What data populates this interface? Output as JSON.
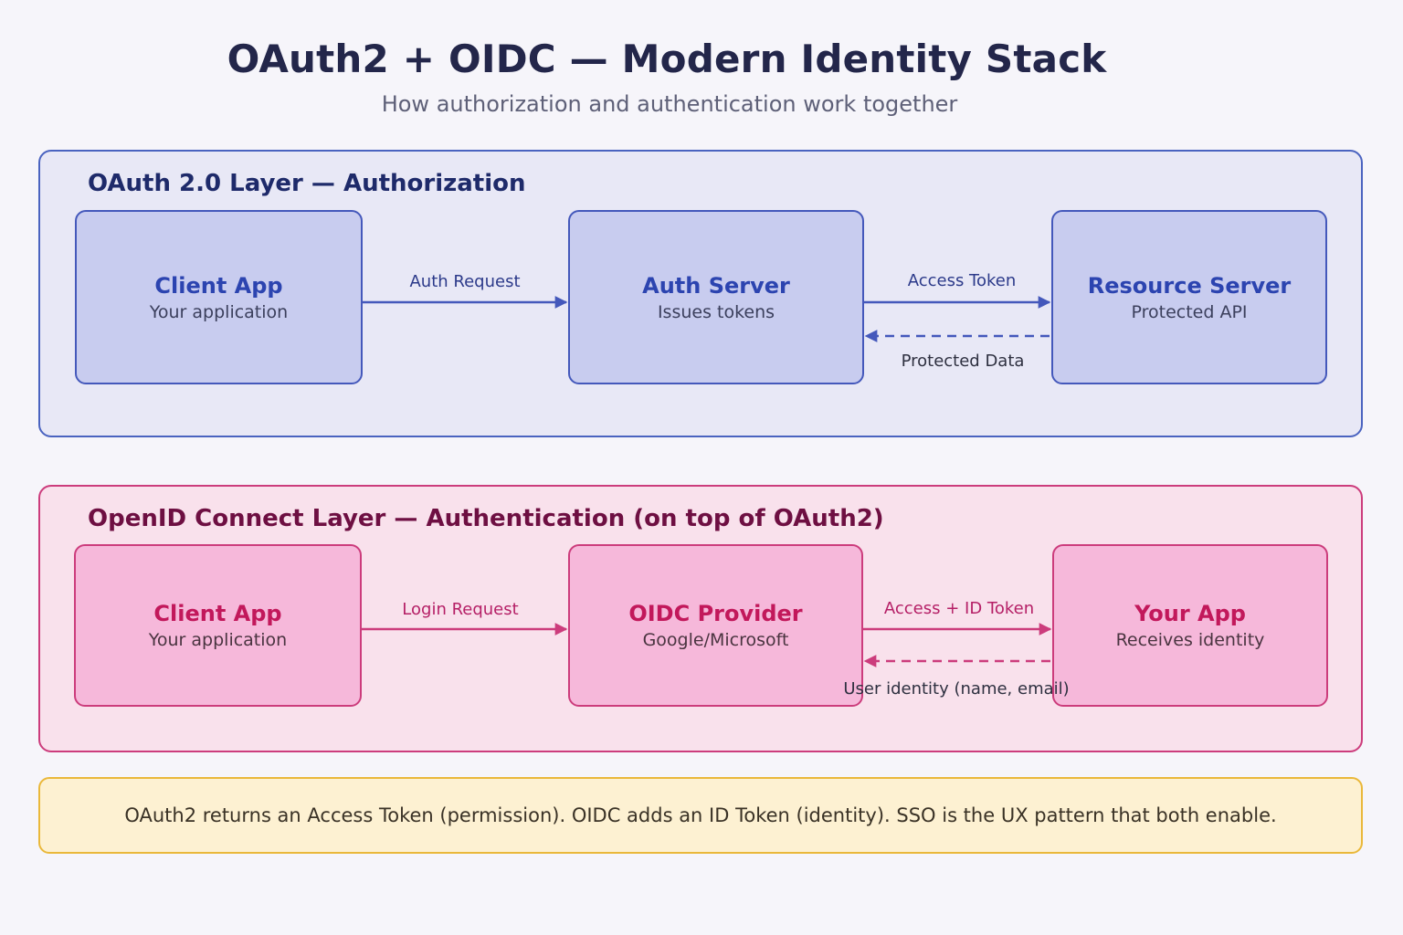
{
  "header": {
    "title": "OAuth2 + OIDC — Modern Identity Stack",
    "subtitle": "How authorization and authentication work together"
  },
  "oauth_layer": {
    "title": "OAuth 2.0 Layer — Authorization",
    "nodes": [
      {
        "title": "Client App",
        "subtitle": "Your application"
      },
      {
        "title": "Auth Server",
        "subtitle": "Issues tokens"
      },
      {
        "title": "Resource Server",
        "subtitle": "Protected API"
      }
    ],
    "edges": [
      {
        "label": "Auth Request"
      },
      {
        "label": "Access Token"
      },
      {
        "label": "Protected Data"
      }
    ]
  },
  "oidc_layer": {
    "title": "OpenID Connect Layer — Authentication (on top of OAuth2)",
    "nodes": [
      {
        "title": "Client App",
        "subtitle": "Your application"
      },
      {
        "title": "OIDC Provider",
        "subtitle": "Google/Microsoft"
      },
      {
        "title": "Your App",
        "subtitle": "Receives identity"
      }
    ],
    "edges": [
      {
        "label": "Login Request"
      },
      {
        "label": "Access + ID Token"
      },
      {
        "label": "User identity (name, email)"
      }
    ]
  },
  "note": {
    "text": "OAuth2 returns an Access Token (permission). OIDC adds an ID Token (identity). SSO is the UX pattern that both enable."
  },
  "colors": {
    "oauth_accent": "#4458bb",
    "oidc_accent": "#cc3c7c",
    "note_border": "#eab83a"
  }
}
